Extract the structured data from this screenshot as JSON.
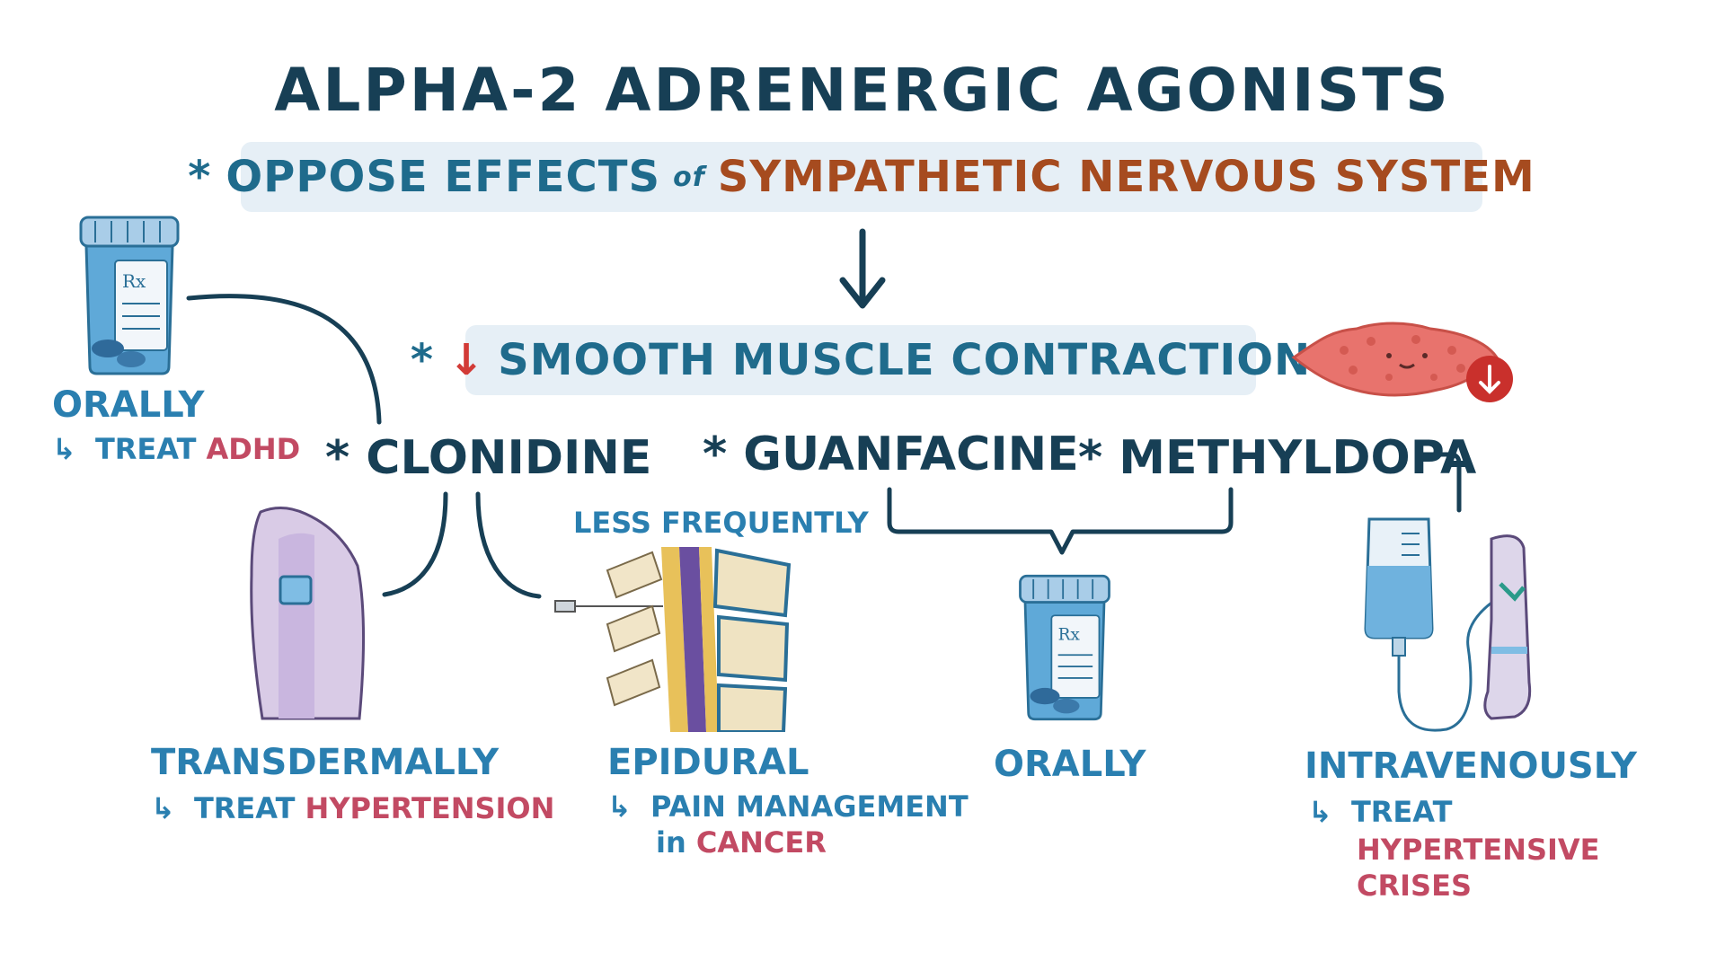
{
  "title": "ALPHA-2 ADRENERGIC AGONISTS",
  "banner_top": {
    "star": "*",
    "text_a": "OPPOSE EFFECTS",
    "text_of": "of",
    "text_b": "SYMPATHETIC NERVOUS SYSTEM"
  },
  "banner_mid": {
    "star": "*",
    "arrow": "↓",
    "text": "SMOOTH MUSCLE CONTRACTION"
  },
  "drugs": {
    "clonidine": "* CLONIDINE",
    "guanfacine": "* GUANFACINE",
    "methyldopa": "* METHYLDOPA"
  },
  "orally_left": {
    "route": "ORALLY",
    "arrow": "↳",
    "treat": "TREAT",
    "condition": "ADHD"
  },
  "transdermally": {
    "route": "TRANSDERMALLY",
    "arrow": "↳",
    "treat": "TREAT",
    "condition": "HYPERTENSION"
  },
  "epidural": {
    "note": "LESS FREQUENTLY",
    "route": "EPIDURAL",
    "arrow": "↳",
    "line1": "PAIN MANAGEMENT",
    "line2_in": "in",
    "line2_cond": "CANCER"
  },
  "orally_mid": {
    "route": "ORALLY"
  },
  "intravenously": {
    "route": "INTRAVENOUSLY",
    "arrow": "↳",
    "treat": "TREAT",
    "cond1": "HYPERTENSIVE",
    "cond2": "CRISES"
  },
  "pill_label": "Rx",
  "colors": {
    "title": "#173f55",
    "accent_blue": "#2a7fb0",
    "brown": "#a64b1f",
    "pink": "#c24a63",
    "red_arrow": "#d23b37",
    "banner_bg": "#e6eff6"
  }
}
